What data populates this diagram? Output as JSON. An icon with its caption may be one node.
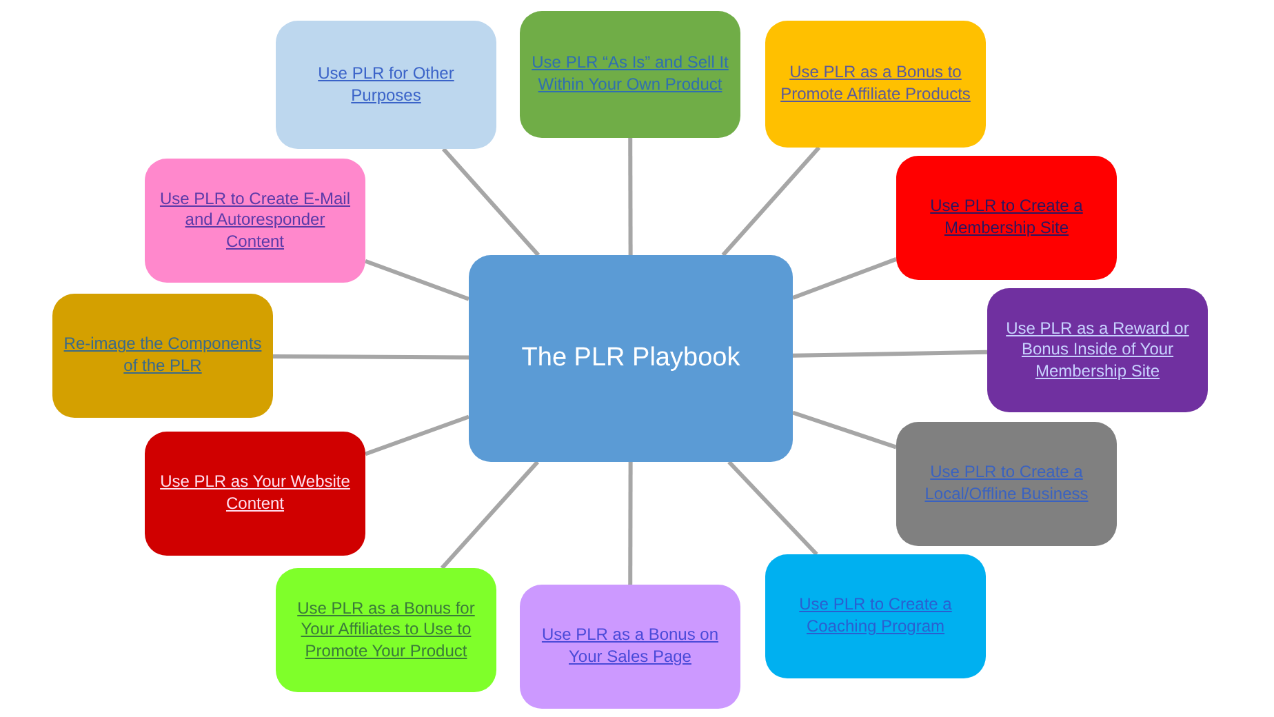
{
  "diagram": {
    "nodes": [
      {
        "text": [
          "The PLR Playbook"
        ]
      },
      {
        "text": [
          "Use PLR for Other Purposes"
        ]
      },
      {
        "text": [
          "Use PLR “As Is” and Sell It Within Your Own Product"
        ]
      },
      {
        "text": [
          "Use PLR as a Bonus to Promote Affiliate Products"
        ]
      },
      {
        "text": [
          "Use PLR to Create a Membership Site"
        ]
      },
      {
        "text": [
          "Use PLR as a Reward or Bonus Inside of Your Membership Site"
        ]
      },
      {
        "text": [
          "Use PLR to Create a Local/Offline Business"
        ]
      },
      {
        "text": [
          "Use PLR to Create a Coaching Program"
        ]
      },
      {
        "text": [
          "Use PLR as a Bonus on Your Sales Page"
        ]
      },
      {
        "text": [
          "Use PLR as a Bonus for Your Affiliates to Use to Promote Your Product"
        ]
      },
      {
        "text": [
          "Use PLR as Your Website Content"
        ]
      },
      {
        "text": [
          "Re-image the Components of the PLR"
        ]
      },
      {
        "text": [
          "Use PLR to Create E-Mail and Autoresponder Content"
        ]
      }
    ],
    "edges": [
      {
        "from": 0,
        "to": 1,
        "arrow": "none"
      },
      {
        "from": 0,
        "to": 2,
        "arrow": "none"
      },
      {
        "from": 0,
        "to": 3,
        "arrow": "none"
      },
      {
        "from": 0,
        "to": 4,
        "arrow": "none"
      },
      {
        "from": 0,
        "to": 5,
        "arrow": "none"
      },
      {
        "from": 0,
        "to": 6,
        "arrow": "none"
      },
      {
        "from": 0,
        "to": 7,
        "arrow": "none"
      },
      {
        "from": 0,
        "to": 8,
        "arrow": "none"
      },
      {
        "from": 0,
        "to": 9,
        "arrow": "none"
      },
      {
        "from": 0,
        "to": 10,
        "arrow": "none"
      },
      {
        "from": 0,
        "to": 11,
        "arrow": "none"
      },
      {
        "from": 0,
        "to": 12,
        "arrow": "none"
      }
    ]
  }
}
